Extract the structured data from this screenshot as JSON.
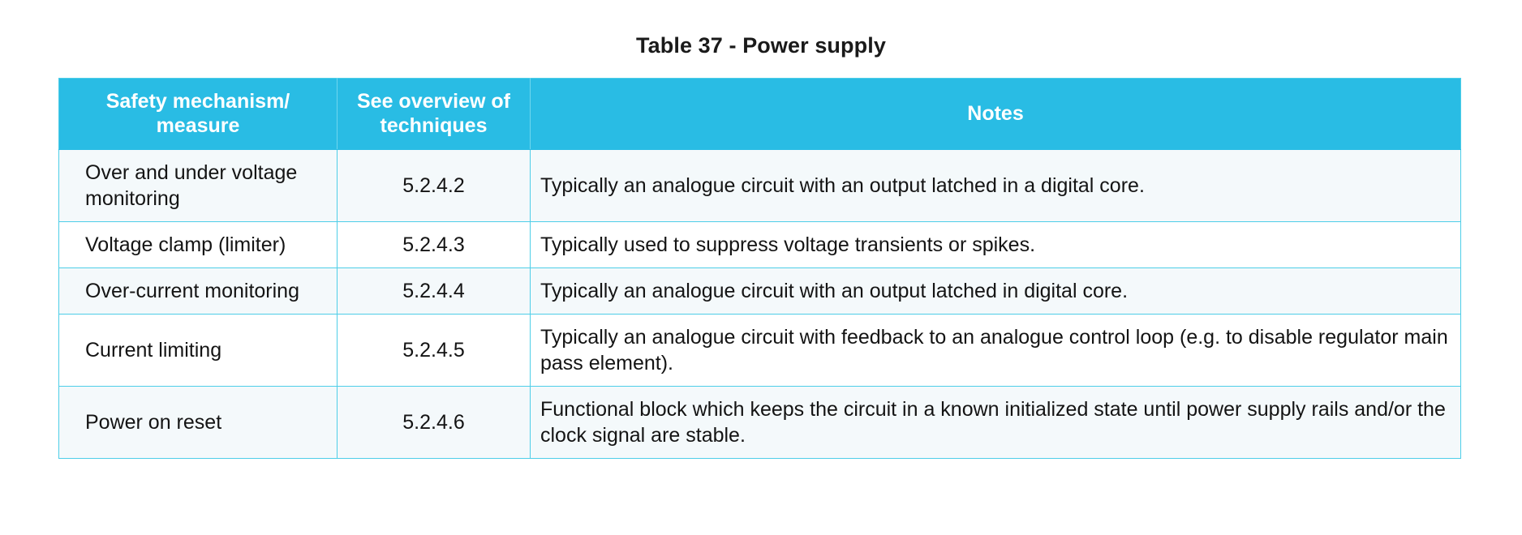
{
  "title": "Table 37 - Power supply",
  "colors": {
    "header_background": "#29BCE4",
    "header_text": "#FFFFFF",
    "border": "#4ECEE8",
    "row_alt_background": "#F4F9FB",
    "row_background": "#FFFFFF",
    "body_text": "#141414"
  },
  "table": {
    "columns": [
      {
        "label": "Safety mechanism/\nmeasure",
        "label_line1": "Safety mechanism/",
        "label_line2": "measure",
        "align": "center"
      },
      {
        "label": "See overview of\ntechniques",
        "label_line1": "See overview of",
        "label_line2": "techniques",
        "align": "center"
      },
      {
        "label": "Notes",
        "align": "center"
      }
    ],
    "rows": [
      {
        "mechanism": "Over and under voltage monitoring",
        "reference": "5.2.4.2",
        "notes": "Typically an analogue circuit with an output latched in a digital core."
      },
      {
        "mechanism": "Voltage clamp (limiter)",
        "reference": "5.2.4.3",
        "notes": "Typically used to suppress voltage transients or spikes."
      },
      {
        "mechanism": "Over-current monitoring",
        "reference": "5.2.4.4",
        "notes": "Typically an analogue circuit with an output latched in digital core."
      },
      {
        "mechanism": "Current limiting",
        "reference": "5.2.4.5",
        "notes": "Typically an analogue circuit with feedback to an analogue control loop (e.g. to disable regulator main pass element)."
      },
      {
        "mechanism": "Power on reset",
        "reference": "5.2.4.6",
        "notes": "Functional block which keeps the circuit in a known initialized state until power supply rails and/or the clock signal are stable."
      }
    ]
  }
}
